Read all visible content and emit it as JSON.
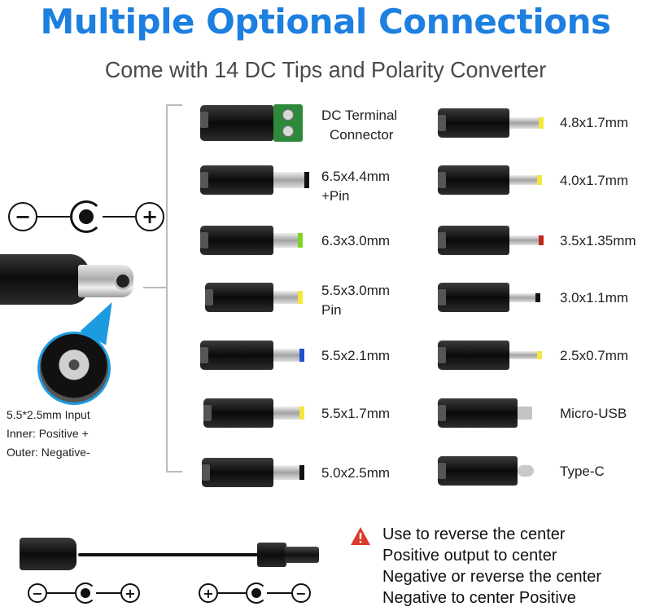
{
  "title": "Multiple Optional Connections",
  "subtitle": "Come with 14 DC Tips and Polarity Converter",
  "input": {
    "line1": "5.5*2.5mm Input",
    "line2": "Inner: Positive +",
    "line3": "Outer: Negative-"
  },
  "polarity_symbols": {
    "minus": "−",
    "plus": "+"
  },
  "tips_left": [
    {
      "line1": "DC Terminal",
      "line2": "Connector",
      "cap_color": ""
    },
    {
      "line1": "6.5x4.4mm",
      "line2": "+Pin",
      "cap_color": "#111111"
    },
    {
      "line1": "6.3x3.0mm",
      "line2": "",
      "cap_color": "#7ed321"
    },
    {
      "line1": "5.5x3.0mm",
      "line2": "Pin",
      "cap_color": "#f5e63a"
    },
    {
      "line1": "5.5x2.1mm",
      "line2": "",
      "cap_color": "#1f4fd1"
    },
    {
      "line1": "5.5x1.7mm",
      "line2": "",
      "cap_color": "#f5e63a"
    },
    {
      "line1": "5.0x2.5mm",
      "line2": "",
      "cap_color": "#111111"
    }
  ],
  "tips_right": [
    {
      "line1": "4.8x1.7mm",
      "cap_color": "#f5e63a"
    },
    {
      "line1": "4.0x1.7mm",
      "cap_color": "#f5e63a"
    },
    {
      "line1": "3.5x1.35mm",
      "cap_color": "#c0261f"
    },
    {
      "line1": "3.0x1.1mm",
      "cap_color": "#111111"
    },
    {
      "line1": "2.5x0.7mm",
      "cap_color": "#f5e63a"
    },
    {
      "line1": "Micro-USB",
      "cap_color": ""
    },
    {
      "line1": "Type-C",
      "cap_color": ""
    }
  ],
  "warning": {
    "line1": "Use to reverse the center",
    "line2": "Positive output to center",
    "line3": "Negative or reverse the center",
    "line4": "Negative to center Positive"
  },
  "colors": {
    "title": "#1d7fe0",
    "warning": "#d93a2b",
    "zoom": "#1d9be0"
  }
}
